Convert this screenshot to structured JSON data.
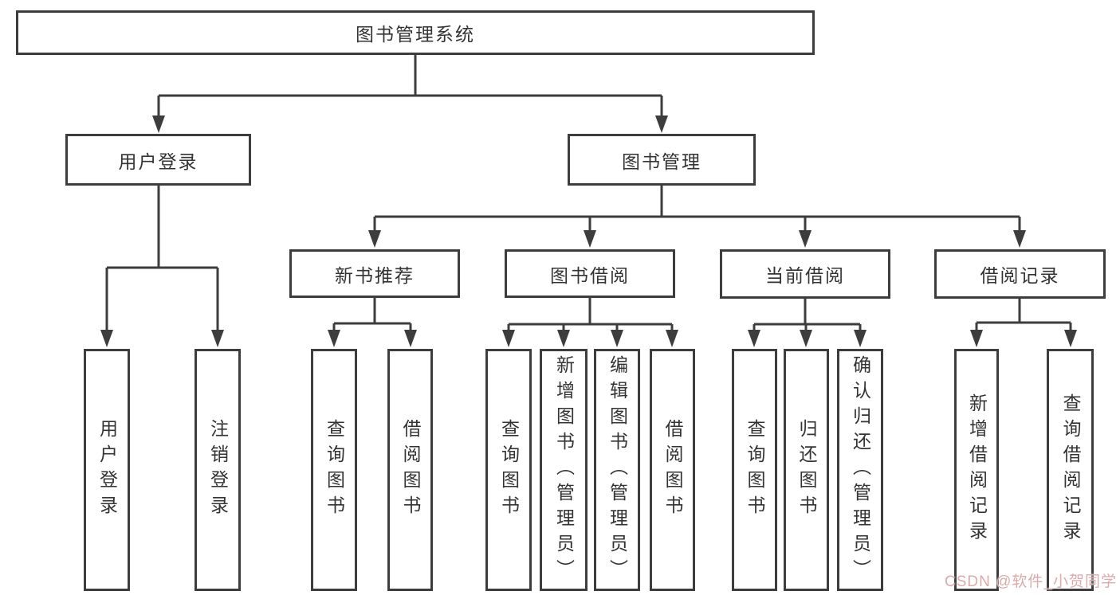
{
  "colors": {
    "line": "#3d3d3d",
    "text": "#333333",
    "watermark": "#dcaaaa",
    "background": "#ffffff"
  },
  "tree": {
    "label": "图书管理系统",
    "children": [
      {
        "label": "用户登录",
        "children": [
          {
            "label": "用户登录"
          },
          {
            "label": "注销登录"
          }
        ]
      },
      {
        "label": "图书管理",
        "children": [
          {
            "label": "新书推荐",
            "children": [
              {
                "label": "查询图书"
              },
              {
                "label": "借阅图书"
              }
            ]
          },
          {
            "label": "图书借阅",
            "children": [
              {
                "label": "查询图书"
              },
              {
                "label": "新增图书（管理员）"
              },
              {
                "label": "编辑图书（管理员）"
              },
              {
                "label": "借阅图书"
              }
            ]
          },
          {
            "label": "当前借阅",
            "children": [
              {
                "label": "查询图书"
              },
              {
                "label": "归还图书"
              },
              {
                "label": "确认归还（管理员）"
              }
            ]
          },
          {
            "label": "借阅记录",
            "children": [
              {
                "label": "新增借阅记录"
              },
              {
                "label": "查询借阅记录"
              }
            ]
          }
        ]
      }
    ]
  },
  "watermark": {
    "text": "CSDN @软件_小贺同学"
  }
}
